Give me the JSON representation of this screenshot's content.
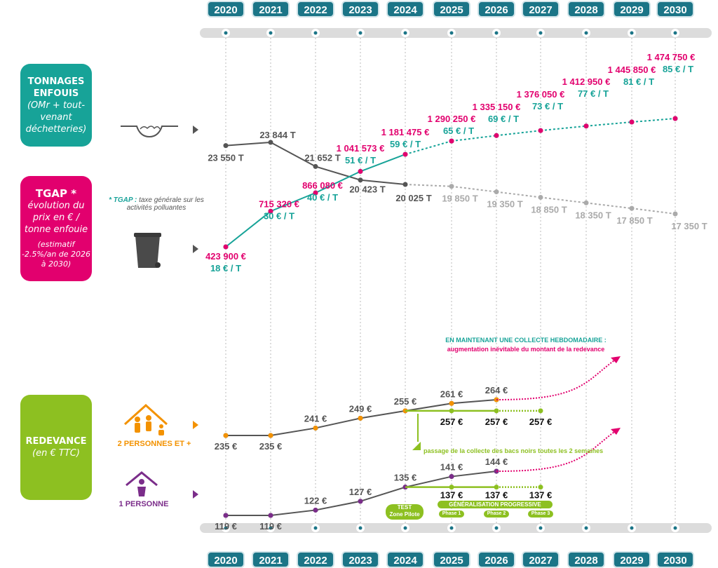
{
  "colors": {
    "teal": "#17a398",
    "pink": "#e2006e",
    "green": "#8dc021",
    "orange": "#f39200",
    "purple": "#7b2d8a",
    "gray": "#555555",
    "lightgray": "#aaaaaa",
    "badge": "#1b7587"
  },
  "years": [
    "2020",
    "2021",
    "2022",
    "2023",
    "2024",
    "2025",
    "2026",
    "2027",
    "2028",
    "2029",
    "2030"
  ],
  "boxes": {
    "tonnages": {
      "title1": "TONNAGES",
      "title2": "ENFOUIS",
      "sub": "(OMr  + tout-venant déchetteries)"
    },
    "tgap": {
      "title": "TGAP *",
      "sub": "évolution du prix en € / tonne enfouie",
      "est": "(estimatif -2.5%/an de 2026 à 2030)"
    },
    "redevance": {
      "title": "REDEVANCE",
      "sub": "(en € TTC)"
    }
  },
  "tgap_note": {
    "key": "* TGAP :",
    "text": "taxe générale sur les activités polluantes"
  },
  "icons": {
    "landfill": "landfill-icon",
    "bin": "trash-bin-icon",
    "family": "family-house-icon",
    "single": "single-person-house-icon"
  },
  "households": {
    "two_plus": "2 PERSONNES ET +",
    "one": "1 PERSONNE"
  },
  "annotations": {
    "weekly_title": "EN MAINTENANT UNE COLLECTE HEBDOMADAIRE :",
    "weekly_sub": "augmentation inévitable du montant de la redevance",
    "biweekly": "passage de la collecte des bacs noirs toutes les 2 semaines",
    "test": "TEST",
    "pilot": "Zone Pilote",
    "generalisation": "GÉNÉRALISATION PROGRESSIVE",
    "phases": [
      "Phase 1",
      "Phase 2",
      "Phase 3"
    ]
  },
  "chart_data": {
    "type": "line",
    "x": [
      "2020",
      "2021",
      "2022",
      "2023",
      "2024",
      "2025",
      "2026",
      "2027",
      "2028",
      "2029",
      "2030"
    ],
    "series": [
      {
        "name": "TONNAGES ENFOUIS",
        "labels": [
          "23 550 T",
          "23 844 T",
          "21 652 T",
          "20 423 T",
          "20 025 T",
          "19 850 T",
          "19 350 T",
          "18 850 T",
          "18 350 T",
          "17 850 T",
          "17 350 T"
        ],
        "values": [
          23550,
          23844,
          21652,
          20423,
          20025,
          19850,
          19350,
          18850,
          18350,
          17850,
          17350
        ],
        "projected_from": "2024"
      },
      {
        "name": "TGAP",
        "labels": [
          "423 900 €",
          "715 320 €",
          "866 080 €",
          "1 041 573 €",
          "1 181 475 €",
          "1 290 250 €",
          "1 335 150 €",
          "1 376 050 €",
          "1 412 950 €",
          "1 445 850 €",
          "1 474 750 €"
        ],
        "values": [
          423900,
          715320,
          866080,
          1041573,
          1181475,
          1290250,
          1335150,
          1376050,
          1412950,
          1445850,
          1474750
        ],
        "rates": [
          "18 € / T",
          "30 € / T",
          "40 € / T",
          "51 € / T",
          "59 € / T",
          "65 € / T",
          "69 € / T",
          "73 € / T",
          "77 € / T",
          "81 € / T",
          "85 € / T"
        ],
        "projected_from": "2024"
      },
      {
        "name": "2 PERSONNES ET +",
        "labels": [
          "235 €",
          "235 €",
          "241 €",
          "249 €",
          "255 €",
          "261 €",
          "264 €"
        ],
        "values": [
          235,
          235,
          241,
          249,
          255,
          261,
          264
        ]
      },
      {
        "name": "2 PERSONNES ET + (collecte toutes les 2 semaines)",
        "x": [
          "2025",
          "2026",
          "2027"
        ],
        "labels": [
          "257 €",
          "257 €",
          "257 €"
        ],
        "values": [
          257,
          257,
          257
        ]
      },
      {
        "name": "1 PERSONNE",
        "labels": [
          "119 €",
          "119 €",
          "122 €",
          "127 €",
          "135 €",
          "141 €",
          "144 €"
        ],
        "values": [
          119,
          119,
          122,
          127,
          135,
          141,
          144
        ]
      },
      {
        "name": "1 PERSONNE (collecte toutes les 2 semaines)",
        "x": [
          "2025",
          "2026",
          "2027"
        ],
        "labels": [
          "137 €",
          "137 €",
          "137 €"
        ],
        "values": [
          137,
          137,
          137
        ]
      }
    ]
  }
}
